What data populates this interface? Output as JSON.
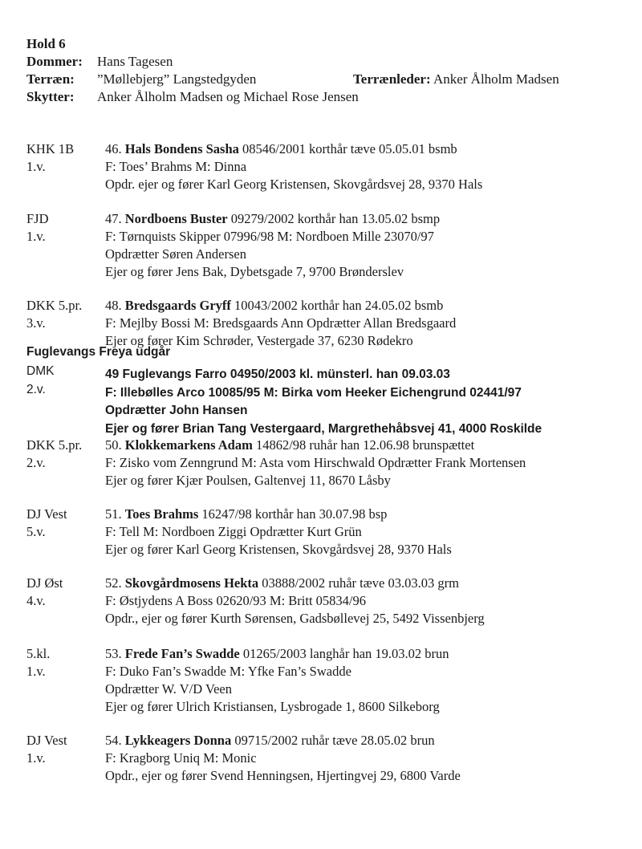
{
  "header": {
    "hold": "Hold 6",
    "dommer_label": "Dommer:",
    "dommer": "Hans Tagesen",
    "terraen_label": "Terræn:",
    "terraen": "”Møllebjerg” Langstedgyden",
    "terraenleder_label": "Terrænleder:",
    "terraenleder": "Anker Ålholm Madsen",
    "skytter_label": "Skytter:",
    "skytter": "Anker Ålholm Madsen og Michael Rose Jensen"
  },
  "entries": [
    {
      "class": "KHK 1B",
      "placement": "1.v.",
      "num": "46.",
      "name": "Hals Bondens Sasha",
      "details": "08546/2001 korthår tæve 05.05.01 bsmb",
      "line2": "F: Toes’ Brahms  M: Dinna",
      "line3": "Opdr. ejer og fører Karl Georg Kristensen, Skovgårdsvej 28, 9370 Hals",
      "line4": ""
    },
    {
      "class": "FJD",
      "placement": "1.v.",
      "num": "47.",
      "name": "Nordboens Buster",
      "details": "09279/2002 korthår han 13.05.02 bsmp",
      "line2": "F: Tørnquists Skipper 07996/98  M: Nordboen Mille 23070/97",
      "line3": "Opdrætter Søren Andersen",
      "line4": "Ejer og fører Jens Bak, Dybetsgade 7, 9700 Brønderslev"
    },
    {
      "class": "DKK 5.pr.",
      "placement": "3.v.",
      "num": "48.",
      "name": "Bredsgaards Gryff",
      "details": "10043/2002 korthår han 24.05.02 bsmb",
      "line2": "F: Mejlby Bossi  M: Bredsgaards Ann  Opdrætter Allan Bredsgaard",
      "line3": "Ejer og fører Kim Schrøder, Vestergade 37, 6230 Rødekro",
      "line4": ""
    }
  ],
  "notice": "Fuglevangs Freya udgår",
  "entry49": {
    "class": "DMK",
    "placement": "2.v.",
    "line1": "49 Fuglevangs Farro 04950/2003 kl. münsterl. han 09.03.03",
    "line2": "F:  Illebølles Arco 10085/95  M: Birka vom Heeker Eichengrund 02441/97",
    "line3": "Opdrætter John Hansen",
    "line4": "Ejer og fører Brian Tang Vestergaard, Margrethehåbsvej 41, 4000 Roskilde"
  },
  "entries2": [
    {
      "class": "DKK 5.pr.",
      "placement": "2.v.",
      "num": "50.",
      "name": "Klokkemarkens Adam",
      "details": "14862/98 ruhår han 12.06.98 brunspættet",
      "line2": "F: Zisko vom Zenngrund  M: Asta vom Hirschwald Opdrætter Frank Mortensen",
      "line3": "Ejer og fører Kjær Poulsen, Galtenvej 11, 8670 Låsby",
      "line4": ""
    },
    {
      "class": "DJ Vest",
      "placement": "5.v.",
      "num": "51.",
      "name": "Toes Brahms",
      "details": "16247/98 korthår han 30.07.98 bsp",
      "line2": "F: Tell  M: Nordboen Ziggi  Opdrætter Kurt Grün",
      "line3": "Ejer og fører Karl Georg Kristensen, Skovgårdsvej 28, 9370 Hals",
      "line4": ""
    },
    {
      "class": "DJ Øst",
      "placement": "4.v.",
      "num": "52.",
      "name": "Skovgårdmosens Hekta",
      "details": "03888/2002 ruhår tæve 03.03.03 grm",
      "line2": "F: Østjydens A Boss 02620/93  M: Britt 05834/96",
      "line3": "Opdr., ejer og fører Kurth Sørensen, Gadsbøllevej 25, 5492 Vissenbjerg",
      "line4": ""
    },
    {
      "class": "5.kl.",
      "placement": "1.v.",
      "num": "53.",
      "name": "Frede Fan’s Swadde",
      "details": "01265/2003 langhår han 19.03.02 brun",
      "line2": "F: Duko Fan’s Swadde  M: Yfke Fan’s Swadde",
      "line3": "Opdrætter W. V/D Veen",
      "line4": "Ejer og fører Ulrich Kristiansen, Lysbrogade 1, 8600 Silkeborg"
    },
    {
      "class": "DJ Vest",
      "placement": "1.v.",
      "num": "54.",
      "name": "Lykkeagers Donna",
      "details": "09715/2002 ruhår tæve 28.05.02 brun",
      "line2": "F: Kragborg Uniq  M: Monic",
      "line3": "Opdr., ejer og fører Svend Henningsen, Hjertingvej 29, 6800 Varde",
      "line4": ""
    }
  ]
}
